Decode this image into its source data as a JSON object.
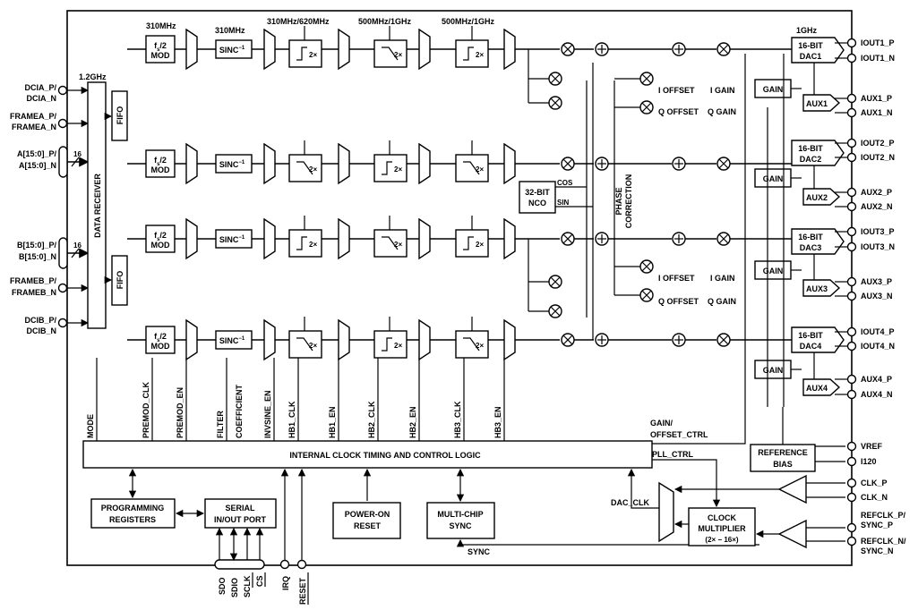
{
  "top_labels": {
    "clk_12ghz": "1.2GHz",
    "f310a": "310MHz",
    "f310b": "310MHz",
    "f310_620": "310MHz/620MHz",
    "f500a": "500MHz/1GHz",
    "f500b": "500MHz/1GHz",
    "f1g": "1GHz"
  },
  "left_pins": [
    "DCIA_P/",
    "DCIA_N",
    "FRAMEA_P/",
    "FRAMEA_N",
    "A[15:0]_P/",
    "A[15:0]_N",
    "B[15:0]_P/",
    "B[15:0]_N",
    "FRAMEB_P/",
    "FRAMEB_N",
    "DCIB_P/",
    "DCIB_N"
  ],
  "bus_width": "16",
  "blocks": {
    "data_receiver": "DATA RECEIVER",
    "fifo": "FIFO",
    "mod_top": "f",
    "mod_sub": "s",
    "mod_div": "/2",
    "mod_line2": "MOD",
    "sinc": "SINC",
    "sinc_exp": "−1",
    "hb_label": "2×",
    "nco1": "32-BIT",
    "nco2": "NCO",
    "cos": "COS",
    "sin": "SIN",
    "phase1": "PHASE",
    "phase2": "CORRECTION",
    "i_offset": "I OFFSET",
    "i_gain": "I GAIN",
    "q_offset": "Q OFFSET",
    "q_gain": "Q GAIN",
    "gain": "GAIN",
    "bit16": "16-BIT",
    "dacs": [
      "DAC1",
      "DAC2",
      "DAC3",
      "DAC4"
    ],
    "aux": [
      "AUX1",
      "AUX2",
      "AUX3",
      "AUX4"
    ],
    "ref1": "REFERENCE",
    "ref2": "BIAS",
    "ctl_logic": "INTERNAL CLOCK TIMING AND CONTROL LOGIC",
    "prog1": "PROGRAMMING",
    "prog2": "REGISTERS",
    "serial1": "SERIAL",
    "serial2": "IN/OUT PORT",
    "por1": "POWER-ON",
    "por2": "RESET",
    "mcs1": "MULTI-CHIP",
    "mcs2": "SYNC",
    "cm1": "CLOCK",
    "cm2": "MULTIPLIER",
    "cm3": "(2× − 16×)"
  },
  "control_signals": [
    "MODE",
    "PREMOD_CLK",
    "PREMOD_EN",
    "FILTER",
    "COEFFICIENT",
    "INVSINE_EN",
    "HB1_CLK",
    "HB1_EN",
    "HB2_CLK",
    "HB2_EN",
    "HB3_CLK",
    "HB3_EN"
  ],
  "signals": {
    "gain_offset1": "GAIN/",
    "gain_offset2": "OFFSET_CTRL",
    "pll_ctrl": "PLL_CTRL",
    "dac_clk": "DAC_CLK",
    "sync": "SYNC"
  },
  "right_pins": [
    "IOUT1_P",
    "IOUT1_N",
    "AUX1_P",
    "AUX1_N",
    "IOUT2_P",
    "IOUT2_N",
    "AUX2_P",
    "AUX2_N",
    "IOUT3_P",
    "IOUT3_N",
    "AUX3_P",
    "AUX3_N",
    "IOUT4_P",
    "IOUT4_N",
    "AUX4_P",
    "AUX4_N",
    "VREF",
    "I120",
    "CLK_P",
    "CLK_N",
    "REFCLK_P/",
    "SYNC_P",
    "REFCLK_N/",
    "SYNC_N"
  ],
  "bottom_pins": [
    "SDO",
    "SDIO",
    "SCLK",
    "CS",
    "IRQ",
    "RESET"
  ]
}
